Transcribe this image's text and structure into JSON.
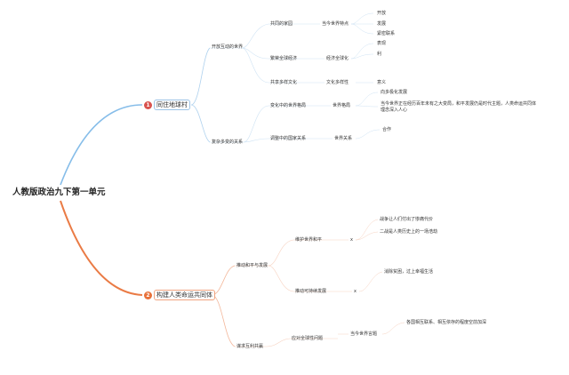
{
  "root": "人教版政治九下第一单元",
  "branch1": {
    "index": "1",
    "title": "同住地球村",
    "color": "#7db7e8",
    "s1": {
      "label": "开放互动的世界",
      "a": {
        "label": "共同的家园",
        "b": "当今世界特点",
        "c": [
          "开放",
          "发展",
          "紧密联系"
        ]
      },
      "b": {
        "label": "繁荣全球经济",
        "b": "经济全球化",
        "c": [
          "表现",
          "利"
        ]
      },
      "c": {
        "label": "共享多样文化",
        "b": "文化多样性",
        "c": [
          "意义"
        ]
      }
    },
    "s2": {
      "label": "复杂多变的关系",
      "a": {
        "label": "变化中的世界格局",
        "b": "世界格局",
        "c1": "向多极化发展",
        "c2a": "当今世界正在经历百年未有之大变局，和平发展仍是时代主题，人类命运共同体",
        "c2b": "理念深入人心"
      },
      "b": {
        "label": "调整中的国家关系",
        "b": "世界关系",
        "c": [
          "合作"
        ]
      }
    }
  },
  "branch2": {
    "index": "2",
    "title": "构建人类命运共同体",
    "color": "#e8713a",
    "s1": {
      "label": "推动和平与发展",
      "a": {
        "label": "维护世界和平",
        "x": "x",
        "c": [
          "战争让人们付出了惨痛代价",
          "二战是人类历史上的一场浩劫"
        ]
      },
      "b": {
        "label": "推动可持续发展",
        "x": "x",
        "c": [
          "消除贫困，过上幸福生活"
        ]
      }
    },
    "s2": {
      "label": "谋求互利共赢",
      "a": {
        "label": "应对全球性问题",
        "b": "当今世界言题",
        "c": [
          "各国相互联系、相互依存的程度空前加深"
        ]
      }
    }
  }
}
